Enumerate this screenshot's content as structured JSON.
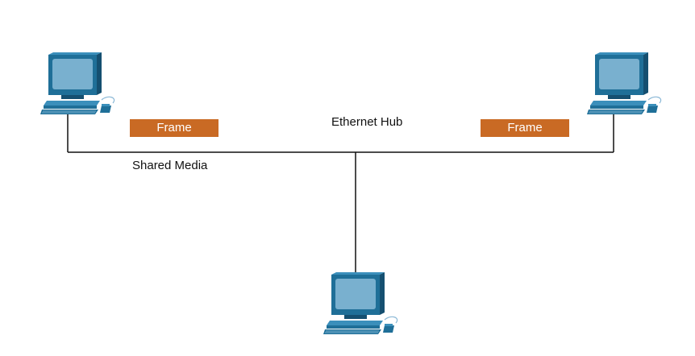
{
  "colors": {
    "background": "#ffffff",
    "cable": "#111111",
    "frame_fill": "#c96a24",
    "pc_body": "#1f6f98",
    "pc_dark": "#154f70",
    "pc_light": "#3b8fbb",
    "pc_screen": "#79b0cf"
  },
  "labels": {
    "hub": "Ethernet Hub",
    "media": "Shared Media"
  },
  "frames": [
    {
      "label": "Frame"
    },
    {
      "label": "Frame"
    }
  ],
  "devices": [
    {
      "icon": "desktop-computer-icon"
    },
    {
      "icon": "desktop-computer-icon"
    },
    {
      "icon": "desktop-computer-icon"
    }
  ]
}
